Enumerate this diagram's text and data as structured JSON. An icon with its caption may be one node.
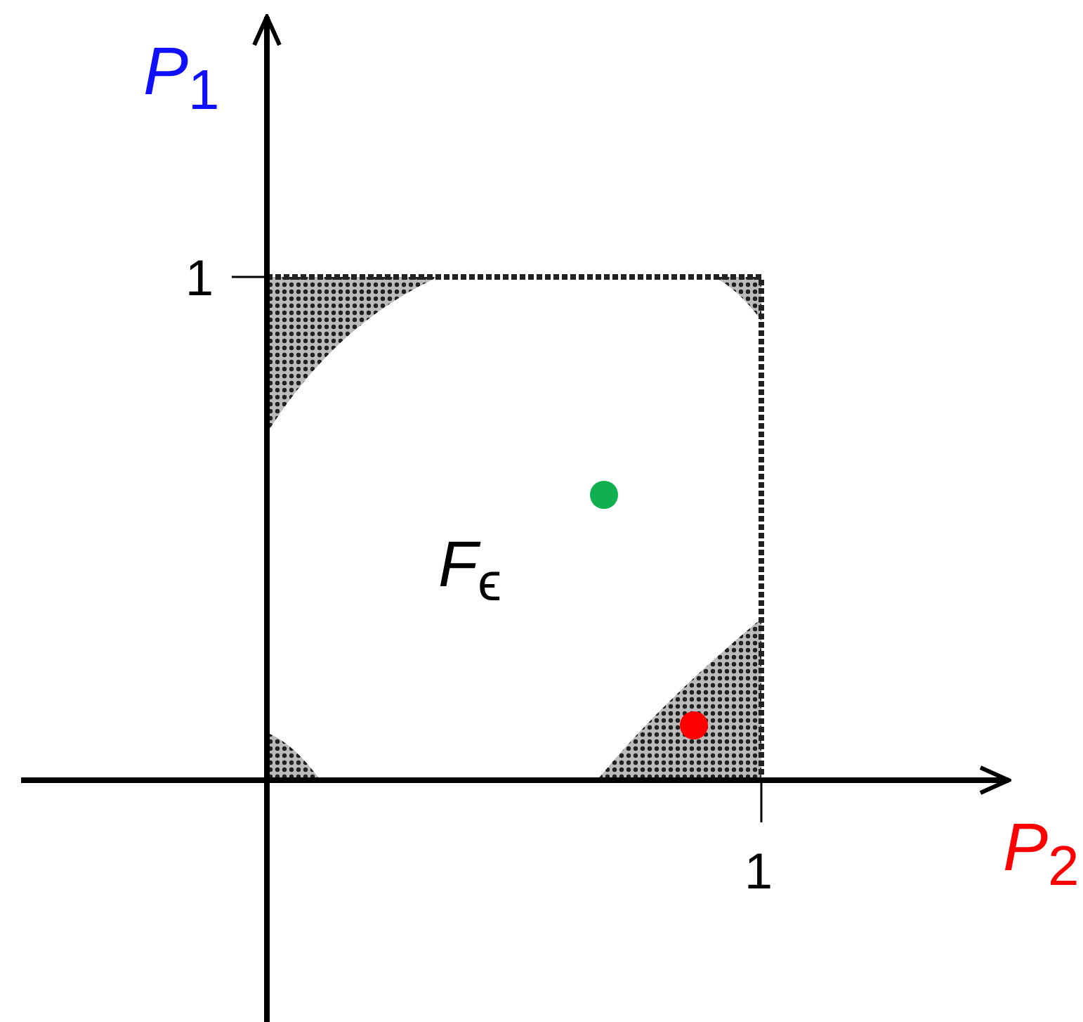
{
  "diagram": {
    "labels": [
      "*P*$_{1}$",
      "1",
      "*F*$_{ϵ}$",
      "1",
      "*P*$_{2}$"
    ]
  }
}
